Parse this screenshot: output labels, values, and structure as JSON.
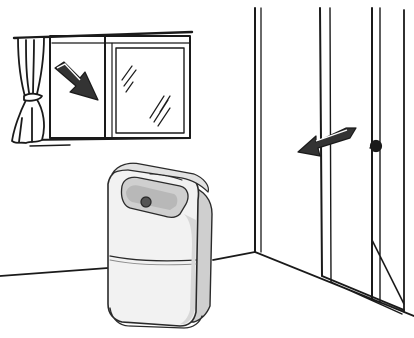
{
  "diagram": {
    "colors": {
      "line": "#1a1a1a",
      "arrow": "#333333",
      "unit_light": "#f2f2f2",
      "unit_shade": "#cfcfcf",
      "unit_dark": "#8a8a8a"
    },
    "elements": [
      "room-corner",
      "window-with-curtain",
      "arrow-pointing-away-from-window",
      "door",
      "arrow-pointing-away-from-door",
      "dehumidifier-unit"
    ]
  }
}
